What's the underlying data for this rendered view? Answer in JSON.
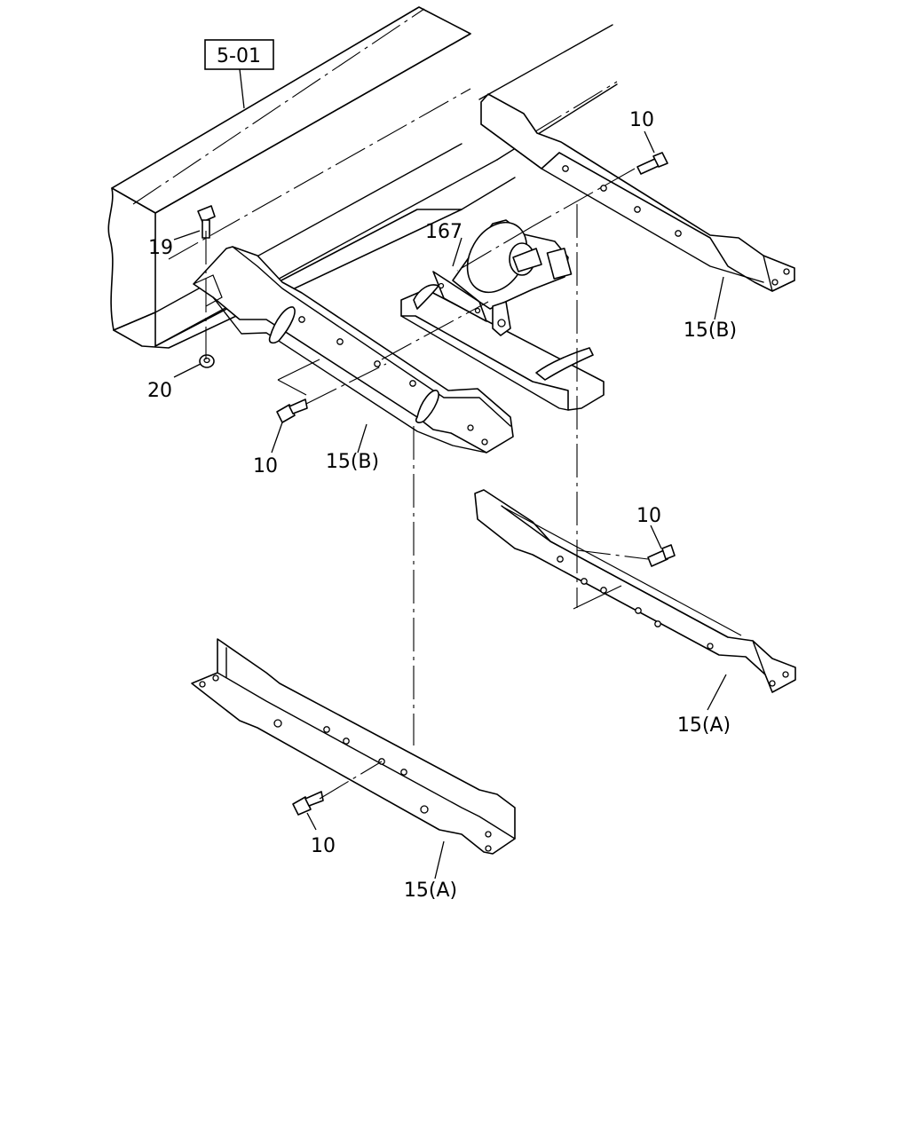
{
  "reference_box": {
    "text": "5-01"
  },
  "callouts": [
    {
      "id": "c-10-top",
      "text": "10"
    },
    {
      "id": "c-167",
      "text": "167"
    },
    {
      "id": "c-19",
      "text": "19"
    },
    {
      "id": "c-20",
      "text": "20"
    },
    {
      "id": "c-15b-right",
      "text": "15(B)"
    },
    {
      "id": "c-10-left",
      "text": "10"
    },
    {
      "id": "c-15b-left",
      "text": "15(B)"
    },
    {
      "id": "c-10-mid",
      "text": "10"
    },
    {
      "id": "c-15a-right",
      "text": "15(A)"
    },
    {
      "id": "c-10-bottom",
      "text": "10"
    },
    {
      "id": "c-15a-bottom",
      "text": "15(A)"
    }
  ]
}
